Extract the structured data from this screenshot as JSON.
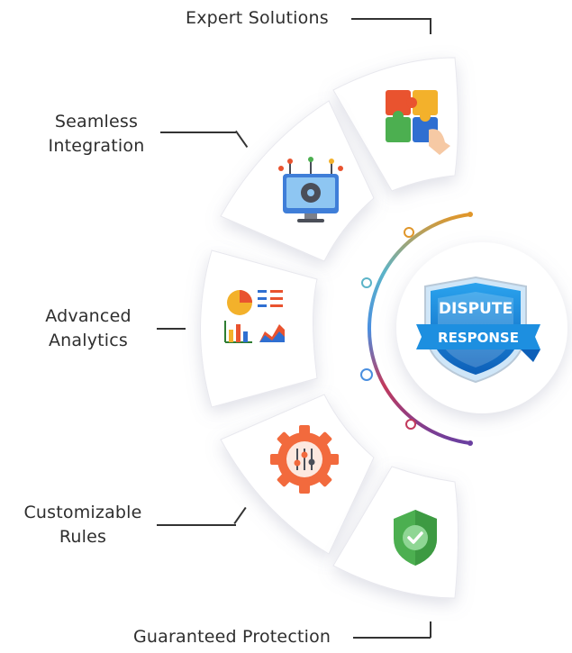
{
  "features": [
    {
      "label": "Expert Solutions",
      "icon": "puzzle-icon"
    },
    {
      "label": "Seamless Integration",
      "line1": "Seamless",
      "line2": "Integration",
      "icon": "gear-monitor-icon"
    },
    {
      "label": "Advanced Analytics",
      "line1": "Advanced",
      "line2": "Analytics",
      "icon": "analytics-charts-icon"
    },
    {
      "label": "Customizable Rules",
      "line1": "Customizable",
      "line2": "Rules",
      "icon": "settings-gear-sliders-icon"
    },
    {
      "label": "Guaranteed Protection",
      "icon": "shield-check-icon"
    }
  ],
  "badge": {
    "line1": "DISPUTE",
    "line2": "RESPONSE",
    "icon": "shield-ribbon-badge"
  },
  "colors": {
    "text": "#2e2e2e",
    "badge_blue": "#1d8fe0",
    "badge_dark": "#0d5fb8",
    "arc_orange": "#e0962a",
    "arc_teal": "#5cb4c8",
    "arc_blue": "#4a8fe0",
    "arc_crimson": "#c23a5c",
    "arc_purple": "#6a3fa0"
  }
}
